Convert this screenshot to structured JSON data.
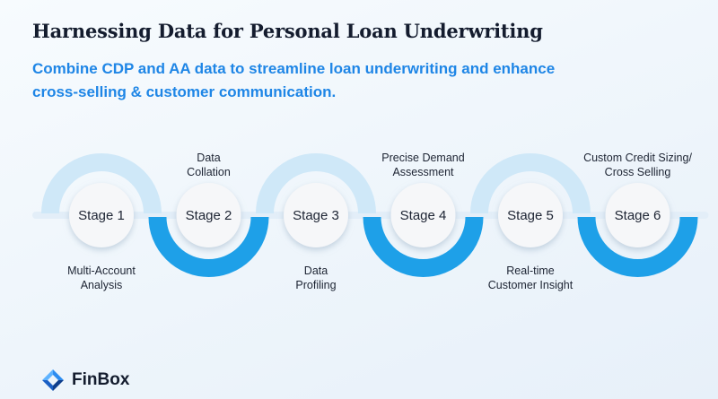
{
  "header": {
    "title": "Harnessing Data for Personal Loan Underwriting",
    "subtitle": "Combine CDP and AA data to streamline loan underwriting and enhance cross-selling & customer communication."
  },
  "stages": [
    {
      "label": "Stage 1",
      "note": "Multi-Account Analysis",
      "note_lines": [
        "Multi-Account",
        "Analysis"
      ],
      "note_position": "below"
    },
    {
      "label": "Stage 2",
      "note": "Data Collation",
      "note_lines": [
        "Data",
        "Collation"
      ],
      "note_position": "above"
    },
    {
      "label": "Stage 3",
      "note": "Data Profiling",
      "note_lines": [
        "Data",
        "Profiling"
      ],
      "note_position": "below"
    },
    {
      "label": "Stage 4",
      "note": "Precise Demand Assessment",
      "note_lines": [
        "Precise Demand",
        "Assessment"
      ],
      "note_position": "above"
    },
    {
      "label": "Stage 5",
      "note": "Real-time Customer Insight",
      "note_lines": [
        "Real-time",
        "Customer Insight"
      ],
      "note_position": "below"
    },
    {
      "label": "Stage 6",
      "note": "Custom Credit Sizing/ Cross Selling",
      "note_lines": [
        "Custom Credit Sizing/",
        "Cross Selling"
      ],
      "note_position": "above"
    }
  ],
  "brand": {
    "name": "FinBox",
    "logo_icon": "finbox-logo-icon"
  },
  "colors": {
    "accent": "#1ea0e8",
    "accent_light": "#cfe8f8",
    "title": "#141c2e",
    "subtitle": "#1f86e6"
  }
}
